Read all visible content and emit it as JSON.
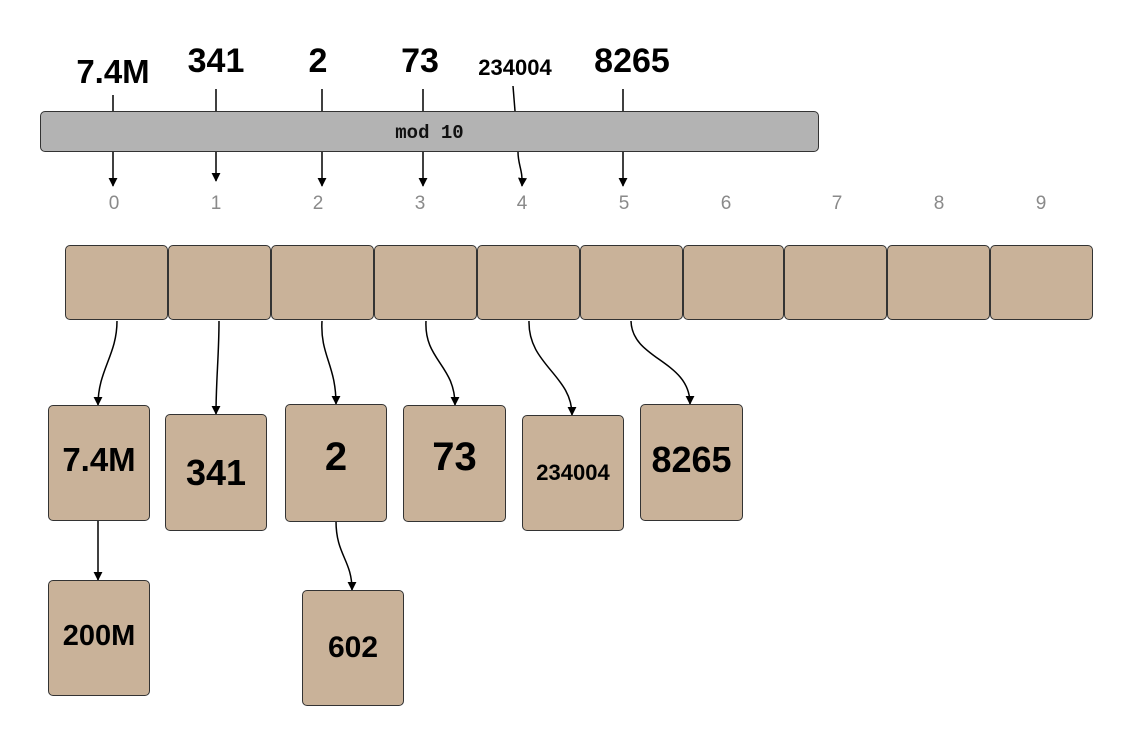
{
  "hash_function": {
    "label": "mod 10"
  },
  "input_keys": [
    "7.4M",
    "341",
    "2",
    "73",
    "234004",
    "8265"
  ],
  "bucket_indices": [
    "0",
    "1",
    "2",
    "3",
    "4",
    "5",
    "6",
    "7",
    "8",
    "9"
  ],
  "chain_nodes": {
    "bucket_0": [
      "7.4M",
      "200M"
    ],
    "bucket_1": [
      "341"
    ],
    "bucket_2": [
      "2",
      "602"
    ],
    "bucket_3": [
      "73"
    ],
    "bucket_4": [
      "234004"
    ],
    "bucket_5": [
      "8265"
    ]
  },
  "colors": {
    "bucket_fill": "#c9b299",
    "bar_fill": "#b3b3b3",
    "outline": "#333333",
    "index_text": "#8a8a8a"
  }
}
